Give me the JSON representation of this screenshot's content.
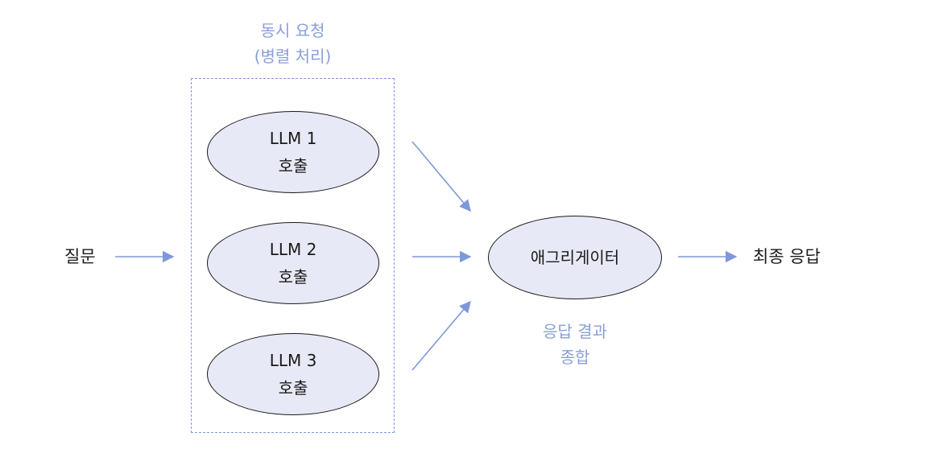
{
  "diagram": {
    "group": {
      "title_line1": "동시 요청",
      "title_line2": "(병렬 처리)"
    },
    "input": {
      "label": "질문"
    },
    "llm_nodes": [
      {
        "line1": "LLM 1",
        "line2": "호출"
      },
      {
        "line1": "LLM 2",
        "line2": "호출"
      },
      {
        "line1": "LLM 3",
        "line2": "호출"
      }
    ],
    "aggregator": {
      "label": "애그리게이터",
      "caption_line1": "응답 결과",
      "caption_line2": "종합"
    },
    "output": {
      "label": "최종 응답"
    },
    "colors": {
      "arrow": "#7f98dc",
      "group_border": "#7f98dc",
      "caption": "#8a9ed8",
      "node_fill": "#e8e9f6",
      "node_border": "#1a1a1a"
    }
  }
}
